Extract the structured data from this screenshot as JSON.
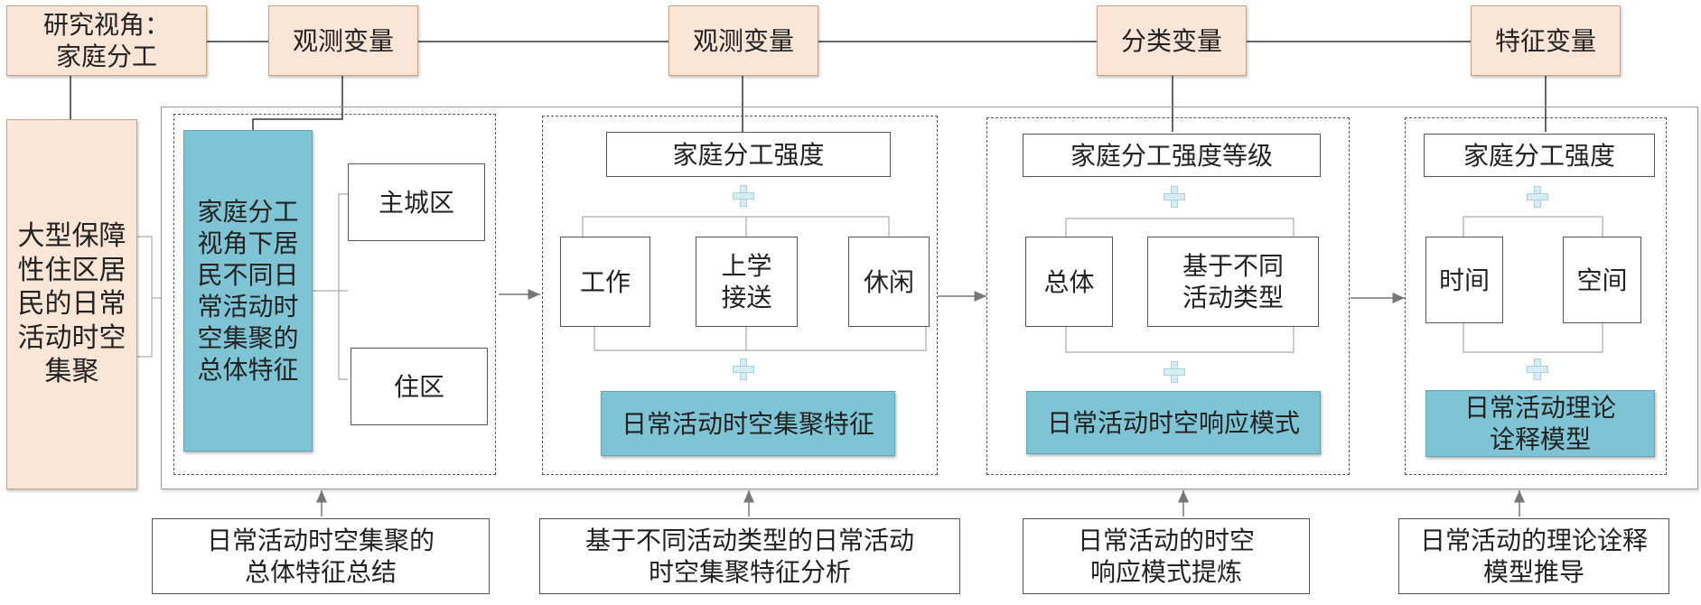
{
  "top": {
    "research_view": "研究视角：\n家庭分工",
    "col1": "观测变量",
    "col2": "观测变量",
    "col3": "分类变量",
    "col4": "特征变量"
  },
  "left_box": "大型保障\n性住区居\n民的日常\n活动时空\n集聚",
  "panel1": {
    "main": "家庭分工\n视角下居\n民不同日\n常活动时\n空集聚的\n总体特征",
    "opt1": "主城区",
    "opt2": "住区"
  },
  "panel2": {
    "header": "家庭分工强度",
    "item1": "工作",
    "item2": "上学\n接送",
    "item3": "休闲",
    "result": "日常活动时空集聚特征"
  },
  "panel3": {
    "header": "家庭分工强度等级",
    "item1": "总体",
    "item2": "基于不同\n活动类型",
    "result": "日常活动时空响应模式"
  },
  "panel4": {
    "header": "家庭分工强度",
    "item1": "时间",
    "item2": "空间",
    "result": "日常活动理论\n诠释模型"
  },
  "bottom": {
    "b1": "日常活动时空集聚的\n总体特征总结",
    "b2": "基于不同活动类型的日常活动\n时空集聚特征分析",
    "b3": "日常活动的时空\n响应模式提炼",
    "b4": "日常活动的理论诠释\n模型推导"
  },
  "colors": {
    "peach": "#fbe5d6",
    "teal": "#7ec4d4",
    "plus": "#d6edf3"
  }
}
